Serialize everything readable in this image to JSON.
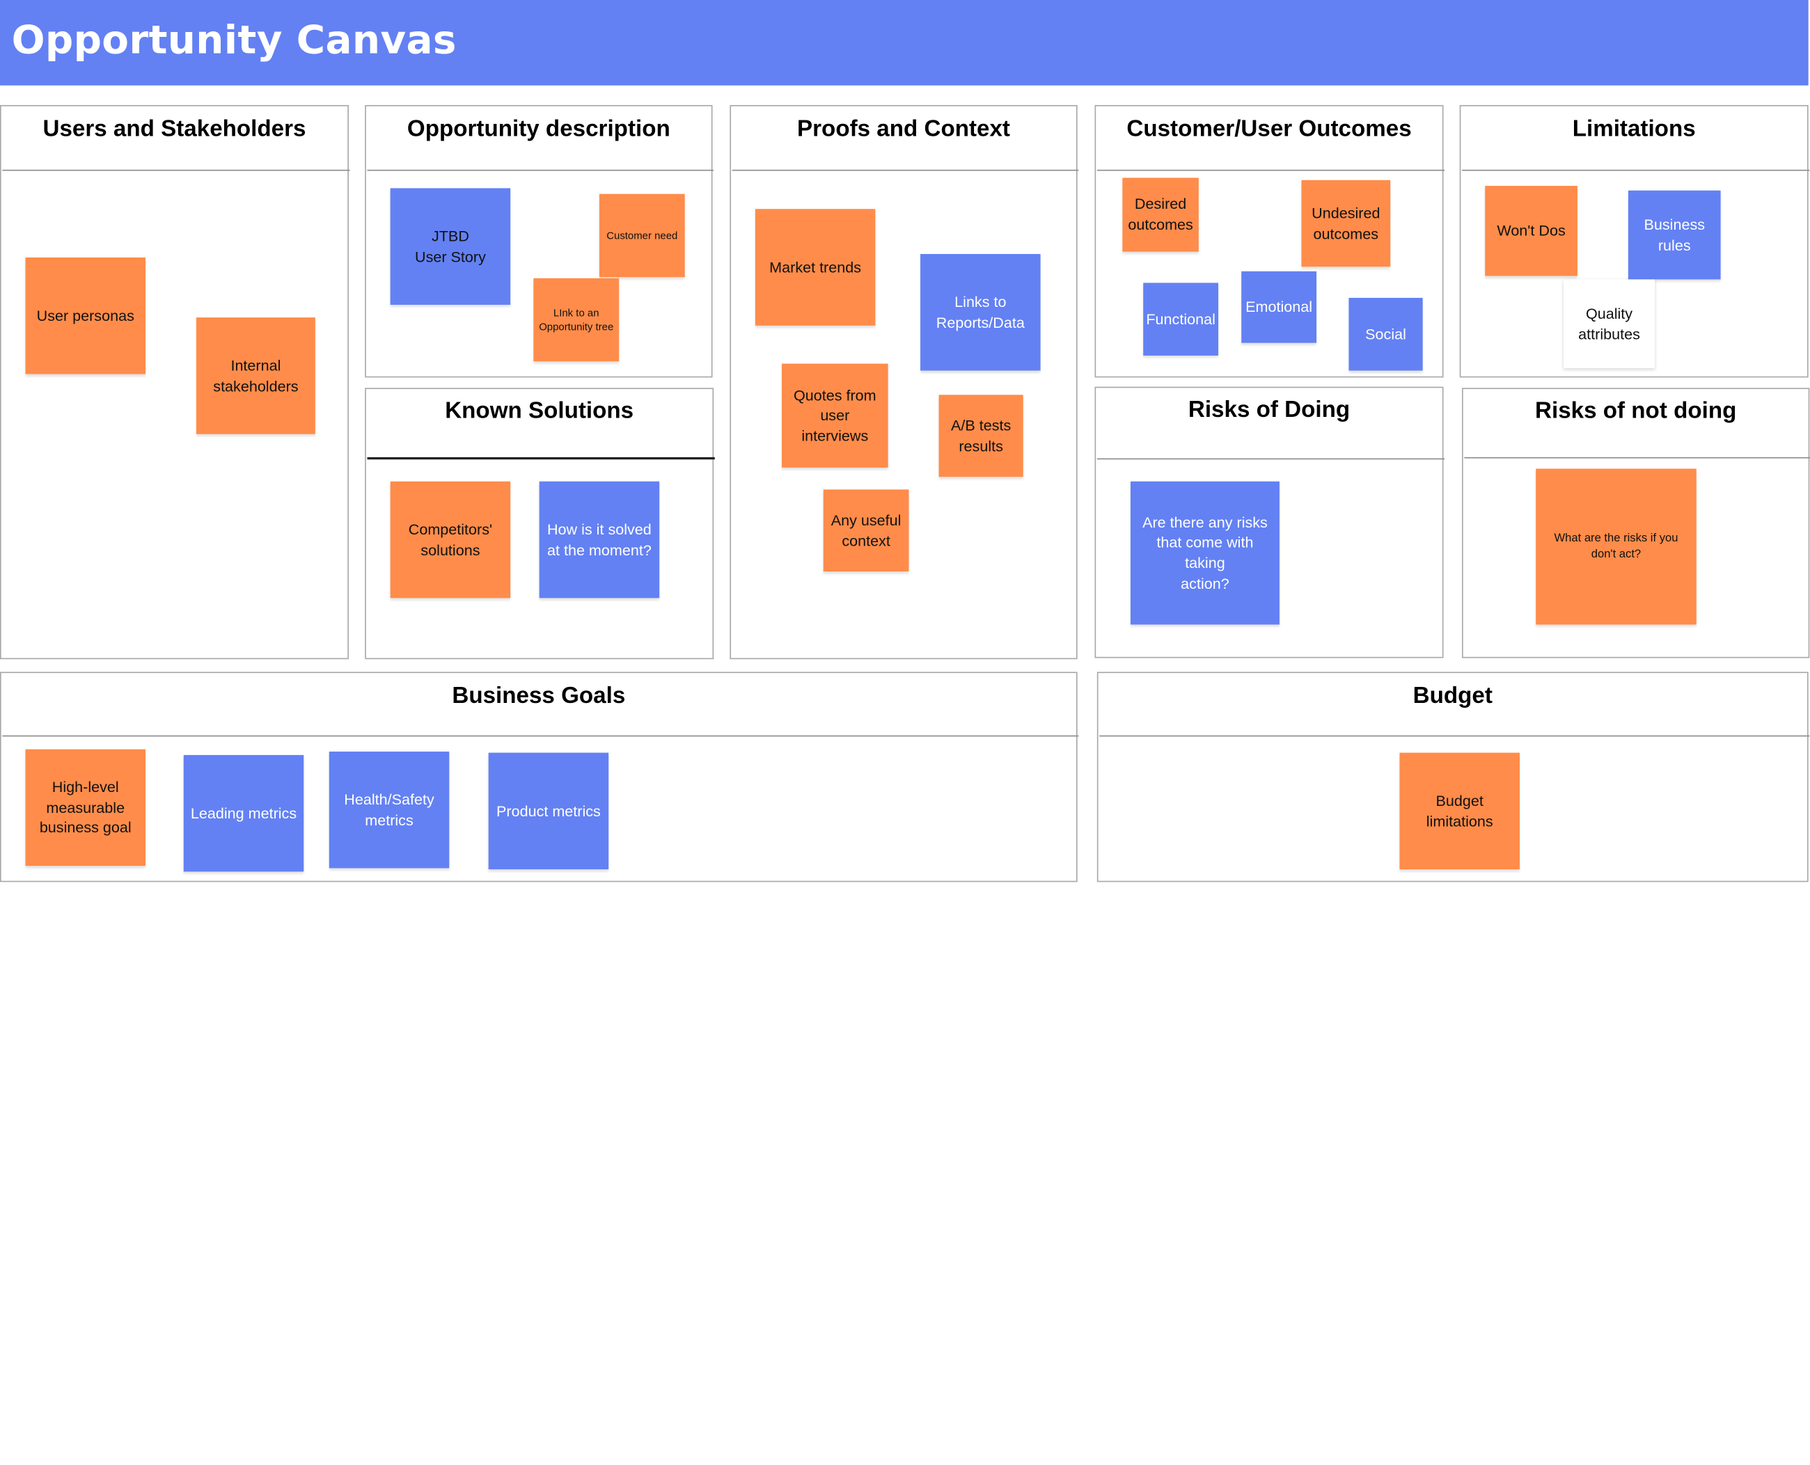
{
  "board": {
    "title": "Opportunity Canvas"
  },
  "sections": {
    "users": {
      "title": "Users and Stakeholders"
    },
    "opportunity": {
      "title": "Opportunity description"
    },
    "proofs": {
      "title": "Proofs and Context"
    },
    "outcomes": {
      "title": "Customer/User Outcomes"
    },
    "limitations": {
      "title": "Limitations"
    },
    "known_solutions": {
      "title": "Known Solutions"
    },
    "risks_doing": {
      "title": "Risks of Doing"
    },
    "risks_not_doing": {
      "title": "Risks of not doing"
    },
    "business_goals": {
      "title": "Business Goals"
    },
    "budget": {
      "title": "Budget"
    }
  },
  "notes": {
    "user_personas": "User personas",
    "internal_stakeholders": "Internal\nstakeholders",
    "jtbd": "JTBD\nUser Story",
    "customer_need": "Customer need",
    "link_opportunity_tree": "LInk to an\nOpportunity tree",
    "market_trends": "Market trends",
    "links_reports": "Links to\nReports/Data",
    "quotes_interviews": "Quotes from\nuser interviews",
    "ab_tests": "A/B tests\nresults",
    "useful_context": "Any useful\ncontext",
    "desired_outcomes": "Desired\noutcomes",
    "undesired_outcomes": "Undesired\noutcomes",
    "functional": "Functional",
    "emotional": "Emotional",
    "social": "Social",
    "wont_dos": "Won't Dos",
    "business_rules": "Business\nrules",
    "quality_attributes": "Quality\nattributes",
    "competitors_solutions": "Competitors'\nsolutions",
    "how_solved": "How is it solved\nat the moment?",
    "risks_taking_action": "Are there any risks\nthat come with taking\naction?",
    "risks_not_act": "What are the risks if you\ndon't act?",
    "business_goal": "High-level\nmeasurable\nbusiness goal",
    "leading_metrics": "Leading metrics",
    "health_safety": "Health/Safety\nmetrics",
    "product_metrics": "Product metrics",
    "budget_limitations": "Budget\nlimitations"
  },
  "colors": {
    "header": "#6381f3",
    "sticky_orange": "#ff8c4a",
    "sticky_blue": "#6381f3",
    "sticky_white": "#ffffff"
  }
}
